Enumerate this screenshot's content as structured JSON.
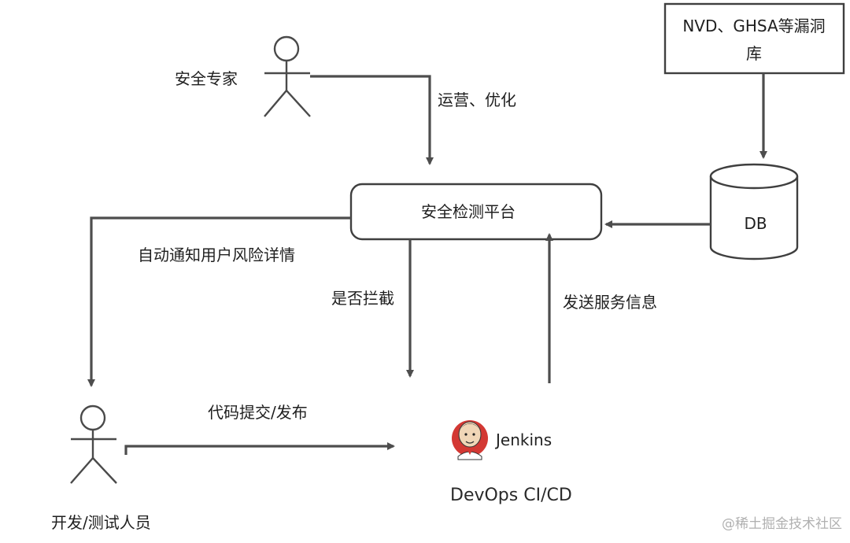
{
  "nodes": {
    "vuln_db": {
      "line1": "NVD、GHSA等漏洞",
      "line2": "库"
    },
    "db": {
      "label": "DB"
    },
    "platform": {
      "label": "安全检测平台"
    },
    "security_expert": {
      "label": "安全专家"
    },
    "developer": {
      "label": "开发/测试人员"
    },
    "jenkins": {
      "logo_text": "Jenkins",
      "caption": "DevOps CI/CD"
    }
  },
  "edges": {
    "operate": "运营、优化",
    "notify": "自动通知用户风险详情",
    "intercept": "是否拦截",
    "send_info": "发送服务信息",
    "commit": "代码提交/发布"
  },
  "watermark": "@稀土掘金技术社区",
  "colors": {
    "line": "#4d4d4d",
    "jenkins_red": "#d33833",
    "jenkins_face": "#f0d6b7"
  }
}
